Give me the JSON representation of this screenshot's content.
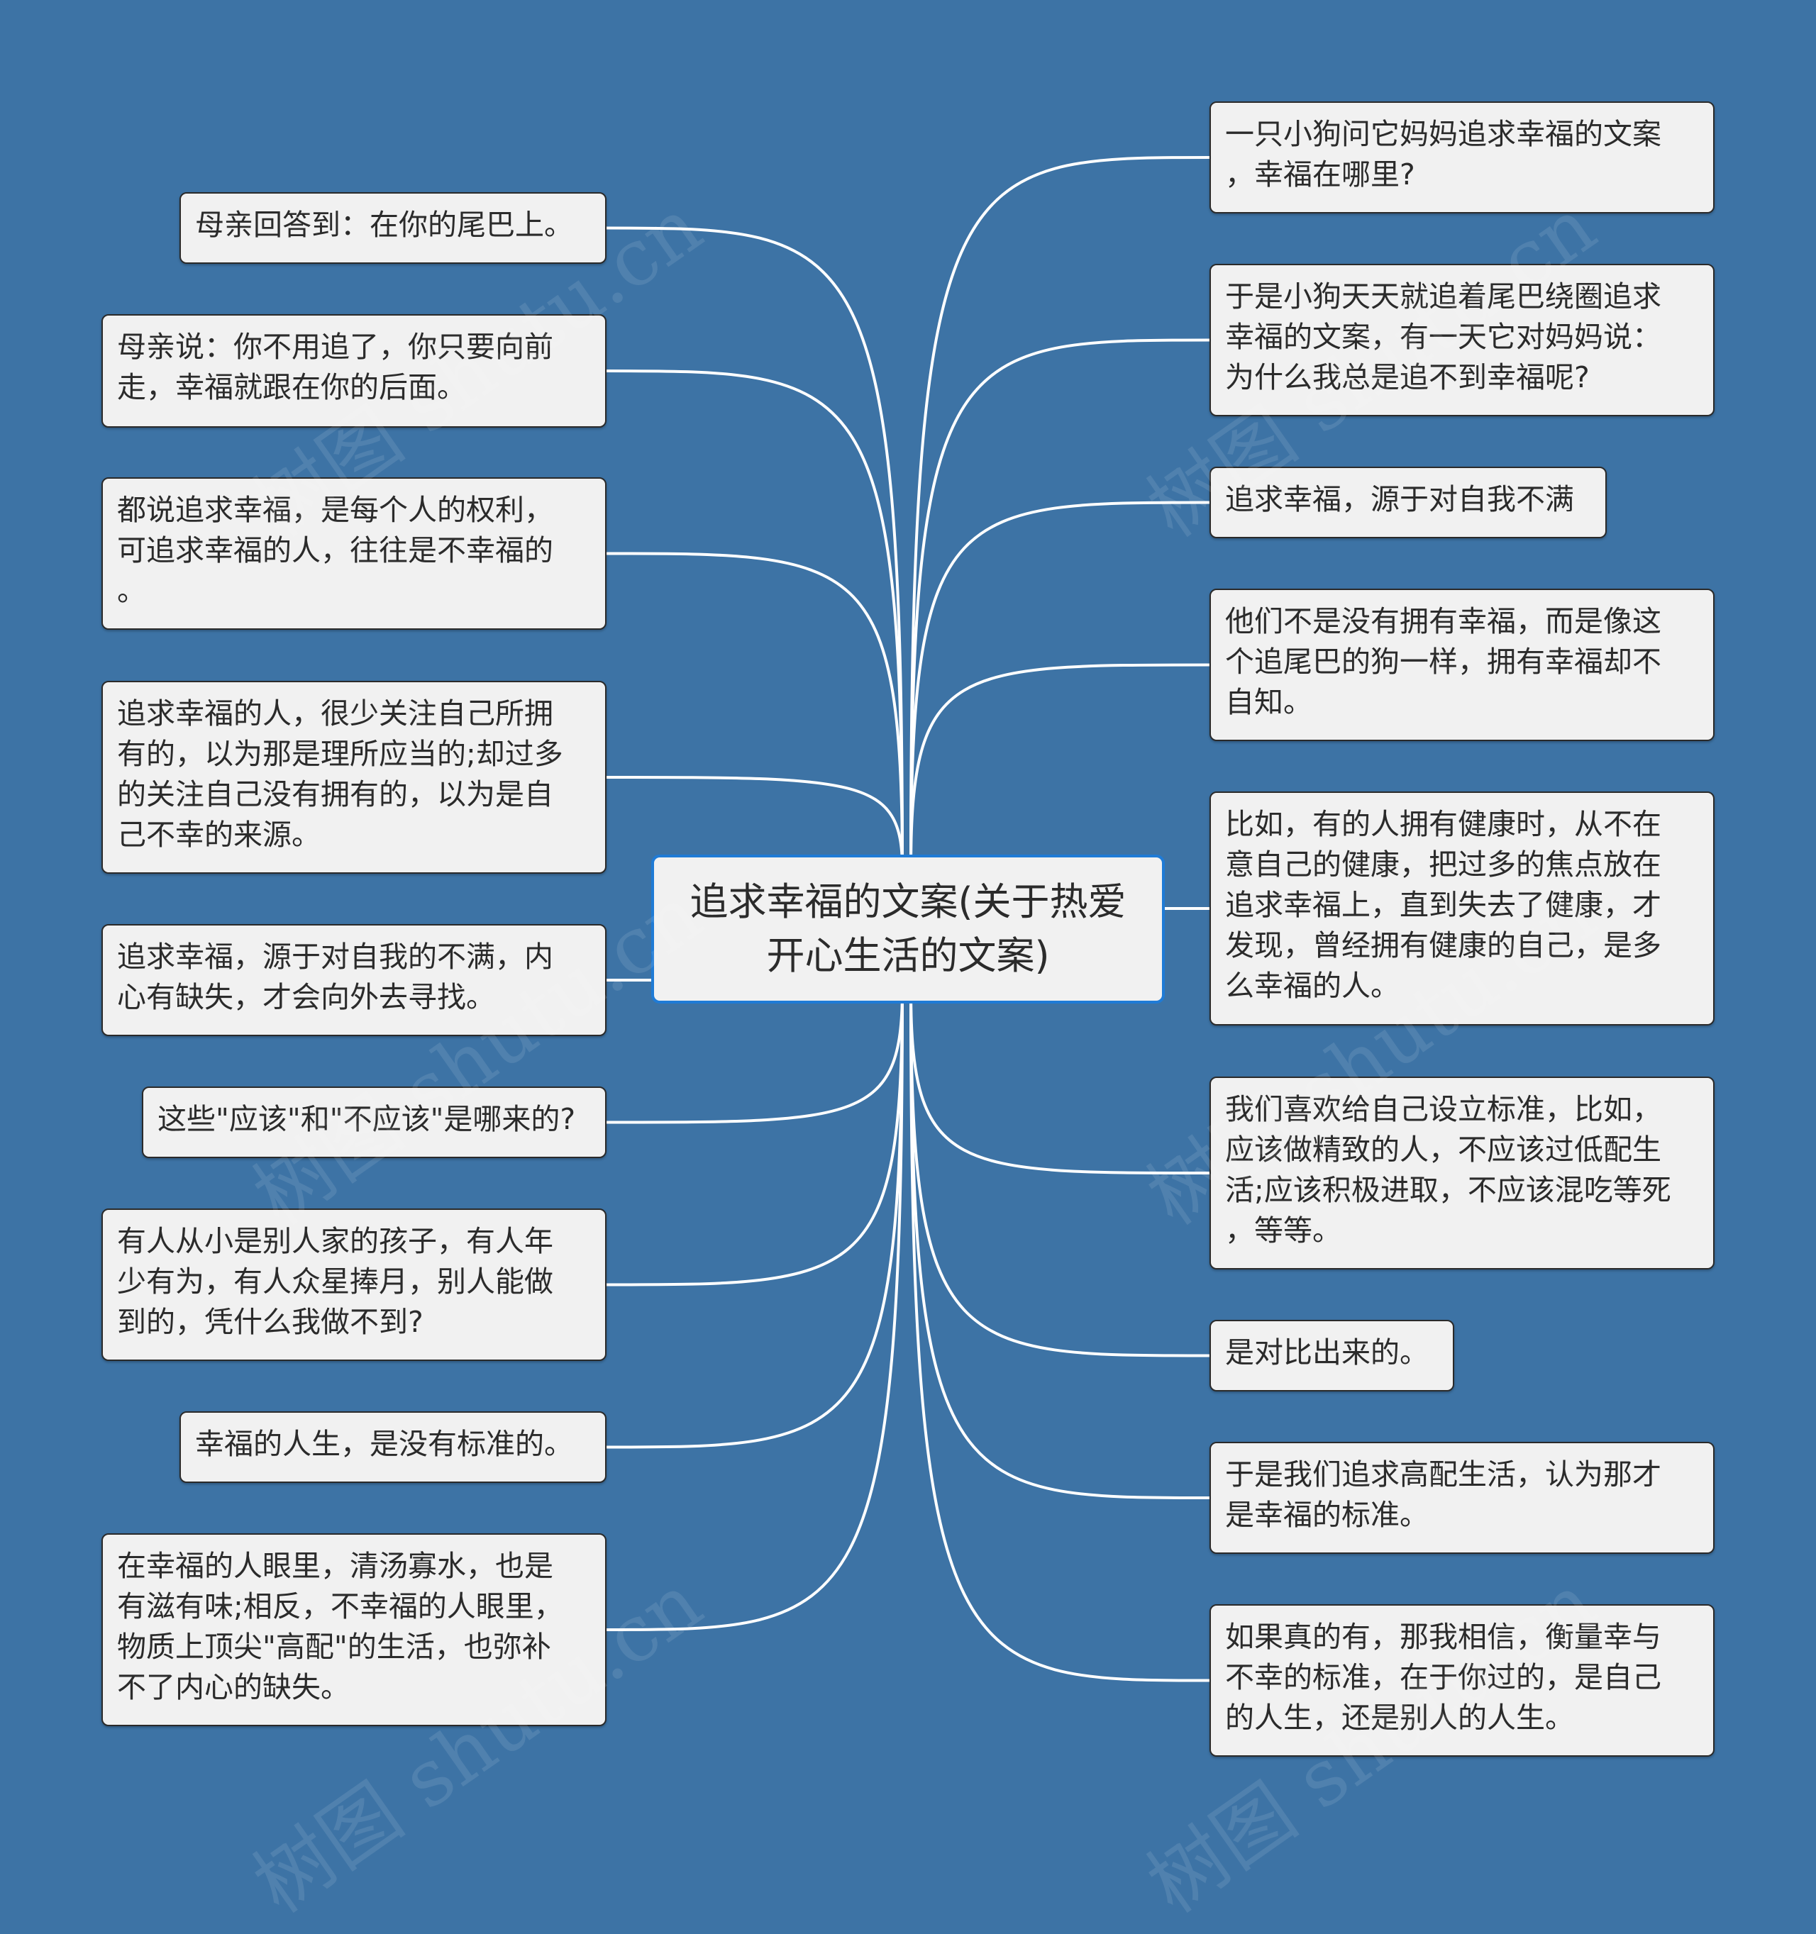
{
  "center": {
    "label": "追求幸福的文案(关于热爱\n开心生活的文案)"
  },
  "left_nodes": [
    {
      "text": "母亲回答到：在你的尾巴上。"
    },
    {
      "text": "母亲说：你不用追了，你只要向前\n走，幸福就跟在你的后面。"
    },
    {
      "text": "都说追求幸福，是每个人的权利，\n可追求幸福的人，往往是不幸福的\n。"
    },
    {
      "text": "追求幸福的人，很少关注自己所拥\n有的，以为那是理所应当的;却过多\n的关注自己没有拥有的，以为是自\n己不幸的来源。"
    },
    {
      "text": "追求幸福，源于对自我的不满，内\n心有缺失，才会向外去寻找。"
    },
    {
      "text": "这些\"应该\"和\"不应该\"是哪来的?"
    },
    {
      "text": "有人从小是别人家的孩子，有人年\n少有为，有人众星捧月，别人能做\n到的，凭什么我做不到?"
    },
    {
      "text": "幸福的人生，是没有标准的。"
    },
    {
      "text": "在幸福的人眼里，清汤寡水，也是\n有滋有味;相反，不幸福的人眼里，\n物质上顶尖\"高配\"的生活，也弥补\n不了内心的缺失。"
    }
  ],
  "right_nodes": [
    {
      "text": "一只小狗问它妈妈追求幸福的文案\n，幸福在哪里?"
    },
    {
      "text": "于是小狗天天就追着尾巴绕圈追求\n幸福的文案，有一天它对妈妈说：\n为什么我总是追不到幸福呢?"
    },
    {
      "text": "追求幸福，源于对自我不满"
    },
    {
      "text": "他们不是没有拥有幸福，而是像这\n个追尾巴的狗一样，拥有幸福却不\n自知。"
    },
    {
      "text": "比如，有的人拥有健康时，从不在\n意自己的健康，把过多的焦点放在\n追求幸福上，直到失去了健康，才\n发现，曾经拥有健康的自己，是多\n么幸福的人。"
    },
    {
      "text": "我们喜欢给自己设立标准，比如，\n应该做精致的人，不应该过低配生\n活;应该积极进取，不应该混吃等死\n，等等。"
    },
    {
      "text": "是对比出来的。"
    },
    {
      "text": "于是我们追求高配生活，认为那才\n是幸福的标准。"
    },
    {
      "text": "如果真的有，那我相信，衡量幸与\n不幸的标准，在于你过的，是自己\n的人生，还是别人的人生。"
    }
  ],
  "watermark": "树图 shutu.cn",
  "colors": {
    "background": "#3d73a5",
    "node_fill": "#f1f1f1",
    "center_border": "#1f7bd6",
    "link": "#ffffff"
  }
}
